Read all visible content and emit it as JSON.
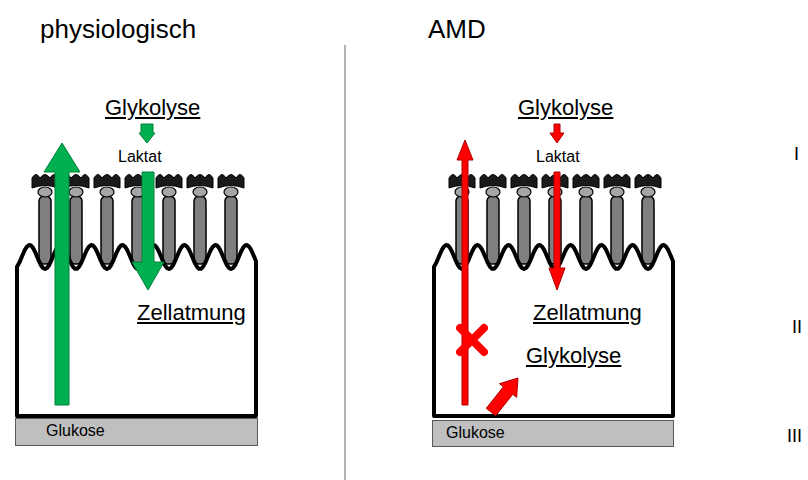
{
  "diagram": {
    "nodes": [
      {
        "text": [
          "Zellatmung"
        ]
      },
      {
        "text": [
          "Glukose"
        ]
      },
      {
        "text": [
          "Zellatmung",
          "Glykolyse"
        ]
      },
      {
        "text": [
          "Glukose"
        ]
      }
    ],
    "labels": [
      "physiologisch",
      "AMD",
      "Glykolyse",
      "Laktat",
      "Glykolyse",
      "Laktat",
      "I",
      "II",
      "III"
    ]
  }
}
